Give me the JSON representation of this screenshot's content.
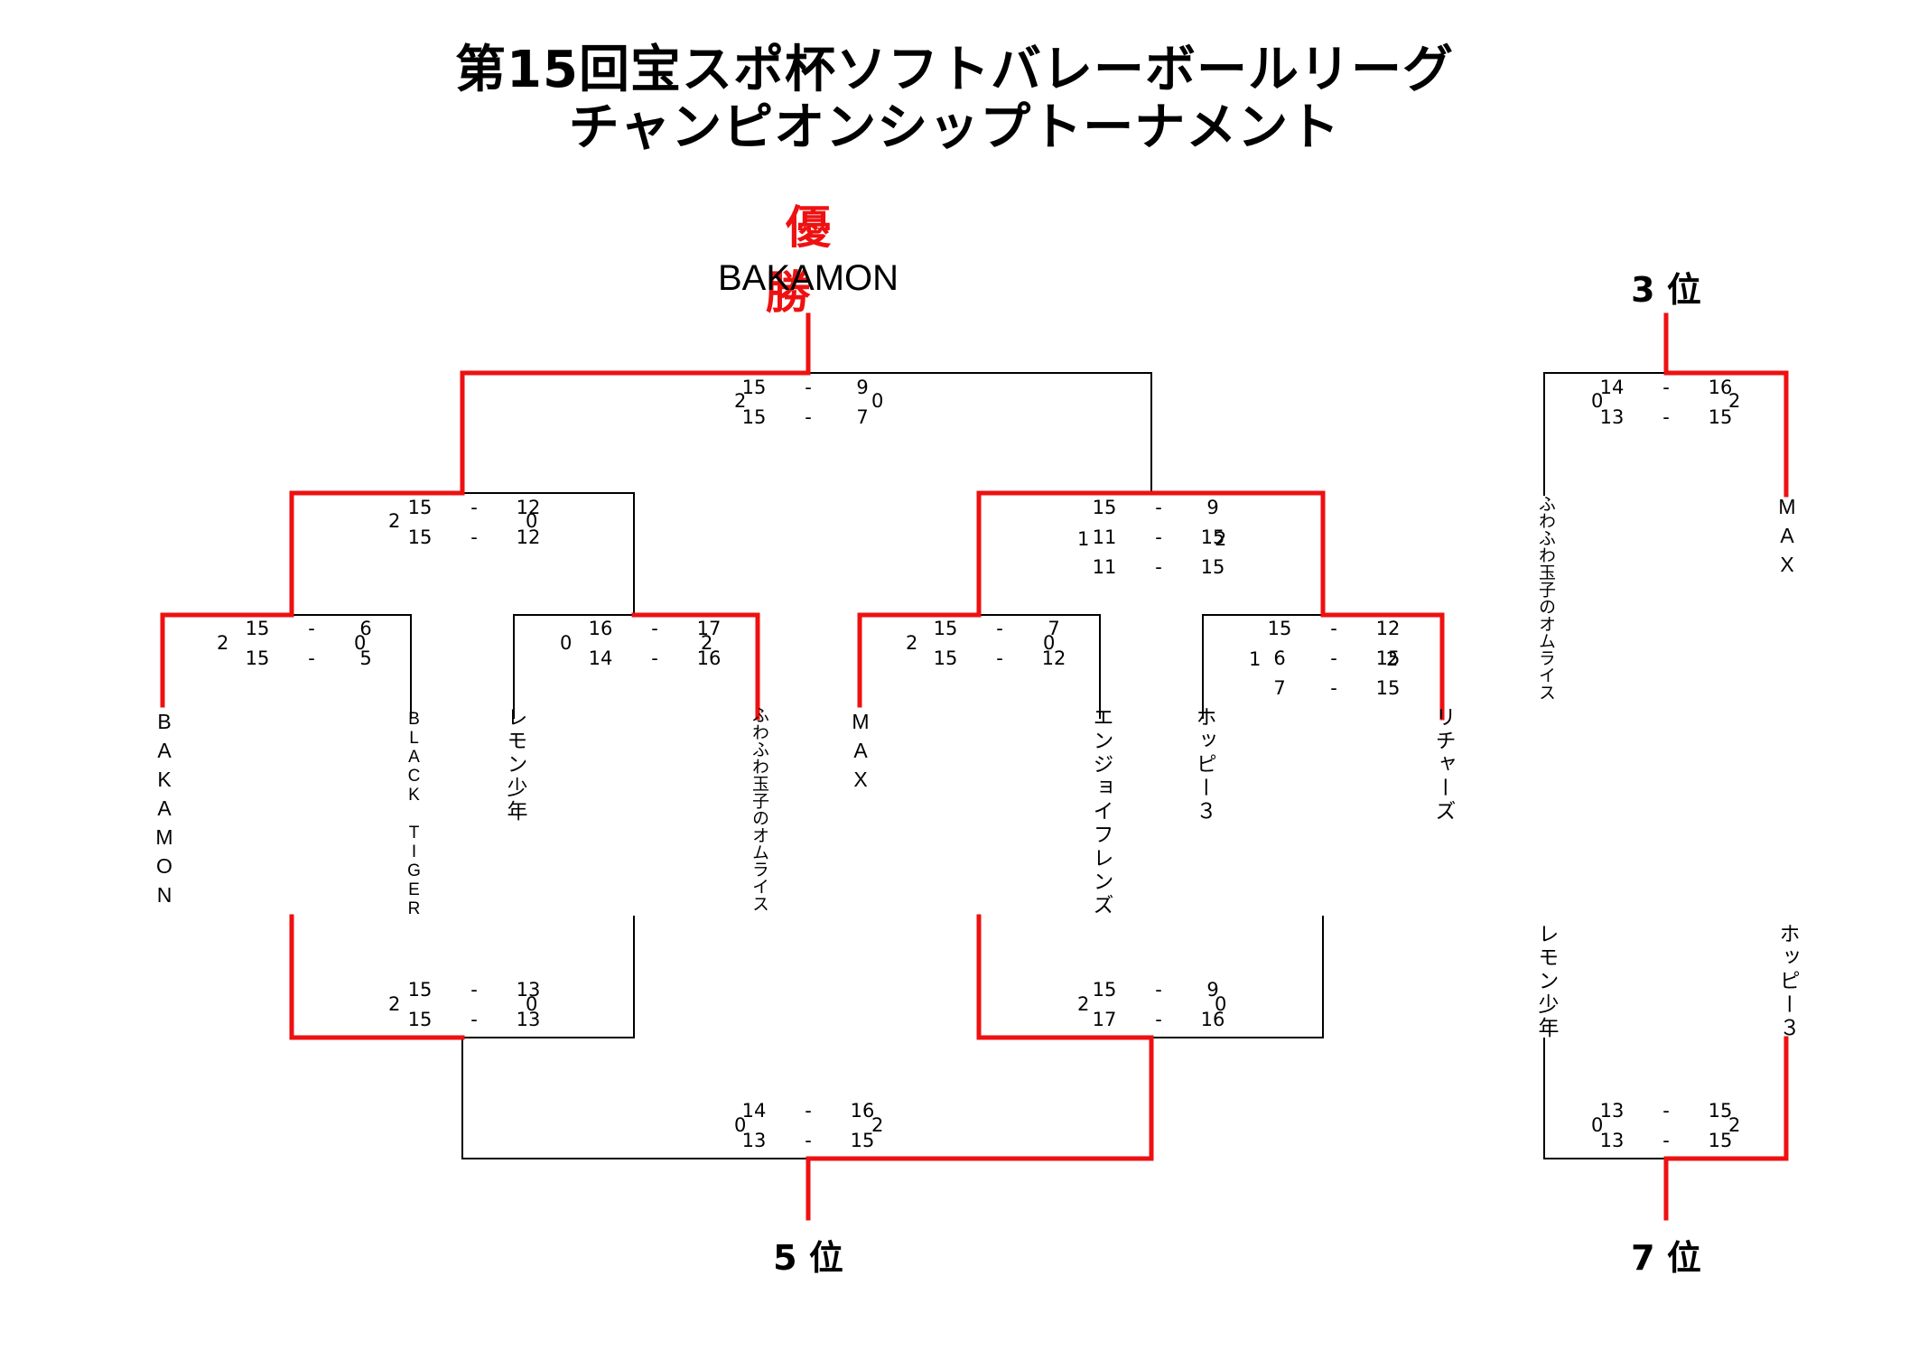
{
  "header": {
    "title_line1": "第15回宝スポ杯ソフトバレーボールリーグ",
    "title_line2": "チャンピオンシップトーナメント"
  },
  "winner": {
    "label": "優勝",
    "name": "BAKAMON"
  },
  "ranks": {
    "third": "3 位",
    "fifth": "5 位",
    "seventh": "7 位"
  },
  "teams": {
    "t1": "BAKAMON",
    "t2": "BLACK TIGER",
    "t3": "レモン少年",
    "t4": "ふわふわ玉子のオムライス",
    "t5": "MAX",
    "t6": "エンジョイフレンズ",
    "t7": "ホッピー３",
    "t8": "リチャーズ",
    "p3_left": "ふわふわ玉子のオムライス",
    "p3_right": "MAX",
    "p7_left": "レモン少年",
    "p7_right": "ホッピー３"
  },
  "matches": {
    "final": {
      "left_sets": "2",
      "right_sets": "0",
      "sets": [
        [
          "15",
          "9"
        ],
        [
          "15",
          "7"
        ]
      ]
    },
    "sf_left": {
      "left_sets": "2",
      "right_sets": "0",
      "sets": [
        [
          "15",
          "12"
        ],
        [
          "15",
          "12"
        ]
      ]
    },
    "sf_right": {
      "left_sets": "1",
      "right_sets": "2",
      "sets": [
        [
          "15",
          "9"
        ],
        [
          "11",
          "15"
        ],
        [
          "11",
          "15"
        ]
      ]
    },
    "qf1": {
      "left_sets": "2",
      "right_sets": "0",
      "sets": [
        [
          "15",
          "6"
        ],
        [
          "15",
          "5"
        ]
      ]
    },
    "qf2": {
      "left_sets": "0",
      "right_sets": "2",
      "sets": [
        [
          "16",
          "17"
        ],
        [
          "14",
          "16"
        ]
      ]
    },
    "qf3": {
      "left_sets": "2",
      "right_sets": "0",
      "sets": [
        [
          "15",
          "7"
        ],
        [
          "15",
          "12"
        ]
      ]
    },
    "qf4": {
      "left_sets": "1",
      "right_sets": "2",
      "sets": [
        [
          "15",
          "12"
        ],
        [
          "6",
          "15"
        ],
        [
          "7",
          "15"
        ]
      ]
    },
    "cons_left": {
      "left_sets": "2",
      "right_sets": "0",
      "sets": [
        [
          "15",
          "13"
        ],
        [
          "15",
          "13"
        ]
      ]
    },
    "cons_right": {
      "left_sets": "2",
      "right_sets": "0",
      "sets": [
        [
          "15",
          "9"
        ],
        [
          "17",
          "16"
        ]
      ]
    },
    "fifth": {
      "left_sets": "0",
      "right_sets": "2",
      "sets": [
        [
          "14",
          "16"
        ],
        [
          "13",
          "15"
        ]
      ]
    },
    "third": {
      "left_sets": "0",
      "right_sets": "2",
      "sets": [
        [
          "14",
          "16"
        ],
        [
          "13",
          "15"
        ]
      ]
    },
    "seventh": {
      "left_sets": "0",
      "right_sets": "2",
      "sets": [
        [
          "13",
          "15"
        ],
        [
          "13",
          "15"
        ]
      ]
    }
  },
  "colors": {
    "winner_line": "#ee1111",
    "line": "#000000"
  }
}
